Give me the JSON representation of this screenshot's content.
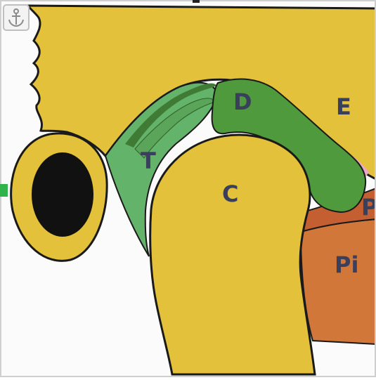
{
  "labels": {
    "d": "D",
    "e": "E",
    "t": "T",
    "c": "C",
    "p": "P",
    "pi": "Pi"
  },
  "icons": {
    "corner": "anchor-icon"
  },
  "colors": {
    "bone": "#e3c13a",
    "outline": "#1a1a1a",
    "canal": "#111111",
    "disc": "#4f9a3c",
    "tissue_light": "#64b36a",
    "tissue_dark": "#3f7b34",
    "muscle_upper": "#c86a35",
    "muscle_lower": "#d2773a",
    "pink": "#e9a8c6",
    "background": "#fbfbfb"
  }
}
